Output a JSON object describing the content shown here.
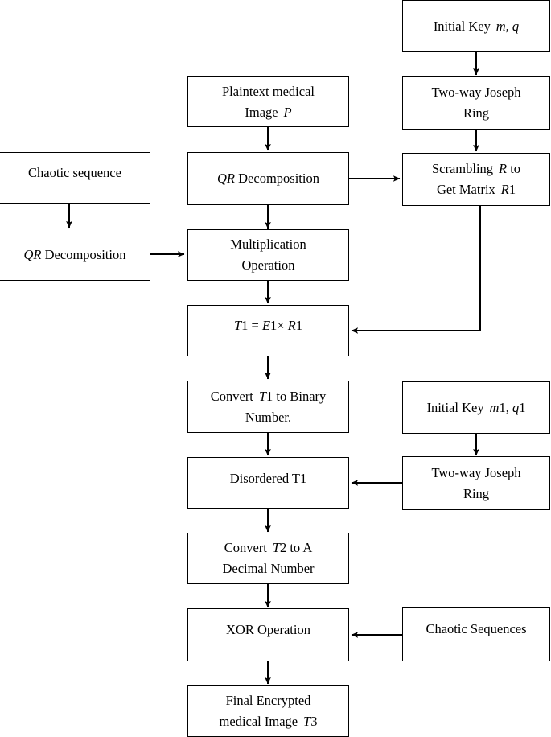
{
  "diagram": {
    "title": "Medical image encryption flowchart",
    "stroke_color": "#000000",
    "background_color": "#ffffff",
    "nodes": {
      "initial_key_mq": {
        "line1_pre": "Initial Key",
        "line1_var": "m, q"
      },
      "two_way_joseph_ring_1": {
        "line1": "Two-way Joseph",
        "line2": "Ring"
      },
      "scrambling_r": {
        "line1_pre": "Scrambling",
        "line1_var": "R",
        "line1_post": "to",
        "line2_pre": "Get Matrix",
        "line2_var": "R",
        "line2_num": "1"
      },
      "plaintext_medical_image": {
        "line1": "Plaintext medical",
        "line2_pre": "Image",
        "line2_var": "P"
      },
      "qr_decomposition_mid": {
        "var": "QR",
        "text": "Decomposition"
      },
      "chaotic_sequence": {
        "line1": "Chaotic sequence"
      },
      "qr_decomposition_left": {
        "var": "QR",
        "text": "Decomposition"
      },
      "multiplication_operation": {
        "line1": "Multiplication",
        "line2": "Operation"
      },
      "t1_equation": {
        "t": "T",
        "t_num": "1",
        "eq": "=",
        "e": "E",
        "e_num": "1",
        "times": "×",
        "r": "R",
        "r_num": "1"
      },
      "convert_t1_binary": {
        "line1_pre": "Convert",
        "line1_var": "T",
        "line1_num": "1",
        "line1_post": "to Binary",
        "line2": "Number."
      },
      "initial_key_m1q1": {
        "line1_pre": "Initial Key",
        "line1_var_m": "m",
        "line1_num_m": "1,",
        "line1_var_q": "q",
        "line1_num_q": "1"
      },
      "two_way_joseph_ring_2": {
        "line1": "Two-way Joseph",
        "line2": "Ring"
      },
      "disordered_t1": {
        "line1": "Disordered T1"
      },
      "convert_t2_decimal": {
        "line1_pre": "Convert",
        "line1_var": "T",
        "line1_num": "2",
        "line1_post": "to A",
        "line2": "Decimal Number"
      },
      "xor_operation": {
        "line1": "XOR Operation"
      },
      "chaotic_sequences": {
        "line1": "Chaotic Sequences"
      },
      "final_encrypted_image": {
        "line1": "Final Encrypted",
        "line2_pre": "medical Image",
        "line2_var": "T",
        "line2_num": "3"
      }
    },
    "edges": [
      {
        "name": "initial-key-to-joseph-ring-1",
        "from": "initial_key_mq",
        "to": "two_way_joseph_ring_1",
        "direction": "down"
      },
      {
        "name": "joseph-ring-1-to-scrambling",
        "from": "two_way_joseph_ring_1",
        "to": "scrambling_r",
        "direction": "down"
      },
      {
        "name": "plaintext-to-qr-decomposition",
        "from": "plaintext_medical_image",
        "to": "qr_decomposition_mid",
        "direction": "down"
      },
      {
        "name": "qr-decomposition-to-scrambling",
        "from": "qr_decomposition_mid",
        "to": "scrambling_r",
        "direction": "right"
      },
      {
        "name": "qr-decomposition-to-multiplication",
        "from": "qr_decomposition_mid",
        "to": "multiplication_operation",
        "direction": "down"
      },
      {
        "name": "chaotic-sequence-to-qr-left",
        "from": "chaotic_sequence",
        "to": "qr_decomposition_left",
        "direction": "down"
      },
      {
        "name": "qr-left-to-multiplication",
        "from": "qr_decomposition_left",
        "to": "multiplication_operation",
        "direction": "right"
      },
      {
        "name": "multiplication-to-t1",
        "from": "multiplication_operation",
        "to": "t1_equation",
        "direction": "down"
      },
      {
        "name": "scrambling-to-t1",
        "from": "scrambling_r",
        "to": "t1_equation",
        "direction": "down-left"
      },
      {
        "name": "t1-to-convert-binary",
        "from": "t1_equation",
        "to": "convert_t1_binary",
        "direction": "down"
      },
      {
        "name": "convert-binary-to-disordered",
        "from": "convert_t1_binary",
        "to": "disordered_t1",
        "direction": "down"
      },
      {
        "name": "initial-key-m1q1-to-joseph-ring-2",
        "from": "initial_key_m1q1",
        "to": "two_way_joseph_ring_2",
        "direction": "down"
      },
      {
        "name": "joseph-ring-2-to-disordered",
        "from": "two_way_joseph_ring_2",
        "to": "disordered_t1",
        "direction": "left"
      },
      {
        "name": "disordered-to-convert-decimal",
        "from": "disordered_t1",
        "to": "convert_t2_decimal",
        "direction": "down"
      },
      {
        "name": "convert-decimal-to-xor",
        "from": "convert_t2_decimal",
        "to": "xor_operation",
        "direction": "down"
      },
      {
        "name": "chaotic-sequences-to-xor",
        "from": "chaotic_sequences",
        "to": "xor_operation",
        "direction": "left"
      },
      {
        "name": "xor-to-final",
        "from": "xor_operation",
        "to": "final_encrypted_image",
        "direction": "down"
      }
    ]
  }
}
